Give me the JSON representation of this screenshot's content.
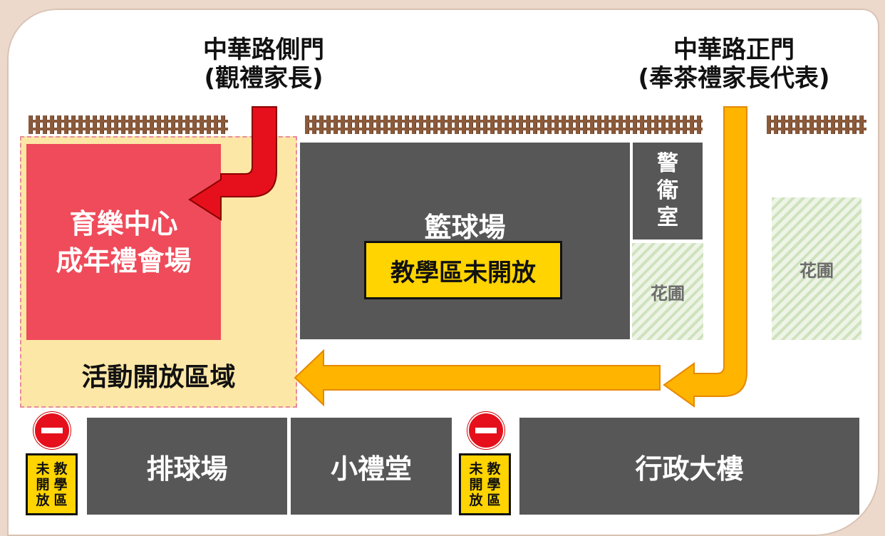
{
  "gates": {
    "side_gate": {
      "line1": "中華路側門",
      "line2": "(觀禮家長)"
    },
    "main_gate": {
      "line1": "中華路正門",
      "line2": "(奉茶禮家長代表)"
    }
  },
  "areas": {
    "ceremony_venue": {
      "line1": "育樂中心",
      "line2": "成年禮會場"
    },
    "activity_zone": "活動開放區域",
    "basketball_court": "籃球場",
    "teaching_closed": "教學區未開放",
    "guard_room": "警衛室",
    "garden_left": "花圃",
    "garden_right": "花圃",
    "volleyball_court": "排球場",
    "small_auditorium": "小禮堂",
    "admin_building": "行政大樓"
  },
  "notices": {
    "left": {
      "col_left": [
        "未",
        "開",
        "放"
      ],
      "col_right": [
        "教",
        "學",
        "區"
      ]
    },
    "right": {
      "col_left": [
        "未",
        "開",
        "放"
      ],
      "col_right": [
        "教",
        "學",
        "區"
      ]
    }
  },
  "colors": {
    "venue": "#ef4b5a",
    "activity_zone": "#fde7a6",
    "building": "#575757",
    "notice": "#ffd400",
    "side_route": "#e5101b",
    "main_route": "#ffb400"
  }
}
